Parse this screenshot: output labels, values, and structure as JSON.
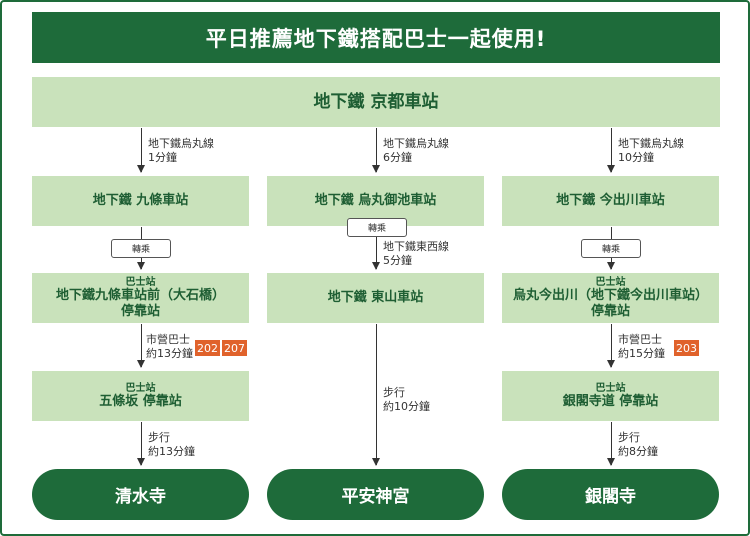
{
  "title": "平日推薦地下鐵搭配巴士一起使用!",
  "origin": "地下鐵 京都車站",
  "col1": {
    "leg1_line": "地下鐵烏丸線",
    "leg1_time": "1分鐘",
    "station1": "地下鐵 九條車站",
    "transfer": "轉乘",
    "bus_stop1_tag": "巴士站",
    "bus_stop1_name": "地下鐵九條車站前（大石橋）",
    "bus_stop1_suffix": "停靠站",
    "leg2_line": "市營巴士",
    "leg2_time": "約13分鐘",
    "routes": [
      "202",
      "207"
    ],
    "bus_stop2_tag": "巴士站",
    "bus_stop2_name": "五條坂 停靠站",
    "leg3_mode": "步行",
    "leg3_time": "約13分鐘",
    "destination": "清水寺"
  },
  "col2": {
    "leg1_line": "地下鐵烏丸線",
    "leg1_time": "6分鐘",
    "station1": "地下鐵 烏丸御池車站",
    "transfer": "轉乘",
    "leg2_line": "地下鐵東西線",
    "leg2_time": "5分鐘",
    "station2": "地下鐵 東山車站",
    "leg3_mode": "步行",
    "leg3_time": "約10分鐘",
    "destination": "平安神宮"
  },
  "col3": {
    "leg1_line": "地下鐵烏丸線",
    "leg1_time": "10分鐘",
    "station1": "地下鐵 今出川車站",
    "transfer": "轉乘",
    "bus_stop1_tag": "巴士站",
    "bus_stop1_name": "烏丸今出川（地下鐵今出川車站）",
    "bus_stop1_suffix": "停靠站",
    "leg2_line": "市營巴士",
    "leg2_time": "約15分鐘",
    "routes": [
      "203"
    ],
    "bus_stop2_tag": "巴士站",
    "bus_stop2_name": "銀閣寺道 停靠站",
    "leg3_mode": "步行",
    "leg3_time": "約8分鐘",
    "destination": "銀閣寺"
  },
  "colors": {
    "primary": "#1e6b3a",
    "box": "#c9e2bb",
    "route_badge": "#e0622b"
  }
}
